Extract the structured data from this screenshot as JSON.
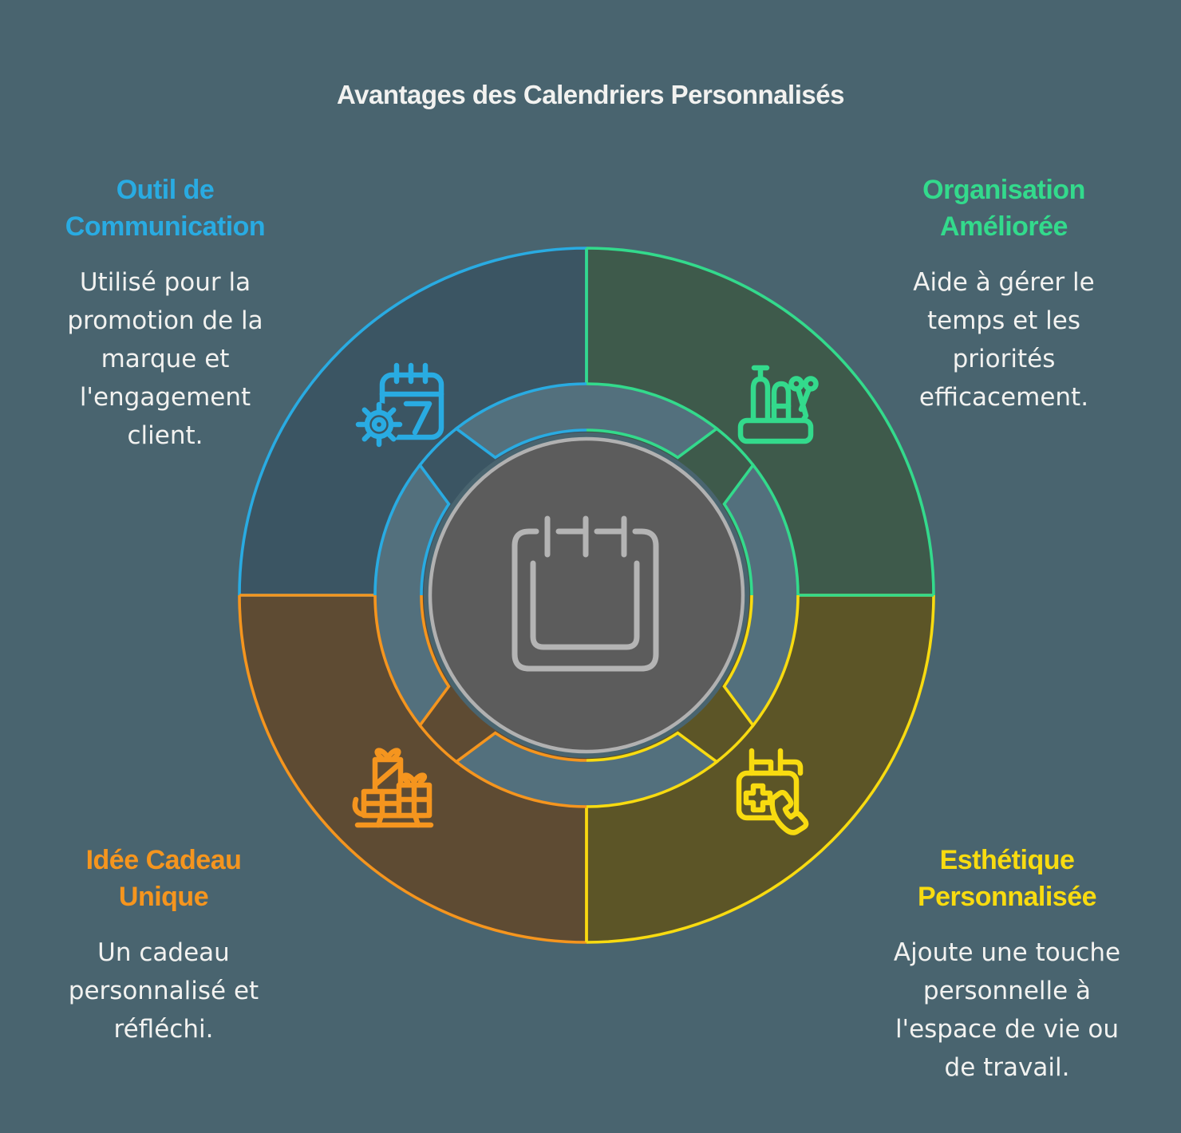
{
  "title": "Avantages des Calendriers Personnalisés",
  "background": "#49646F",
  "band_fill": "#53707D",
  "text_color": "#F2F2F0",
  "center": {
    "icon": "calendar-icon",
    "fill": "#5C5C5C",
    "stroke": "#B1B1B1",
    "icon_stroke": "#B4B4B4"
  },
  "segments": [
    {
      "id": "communication",
      "heading": "Outil de\nCommunication",
      "body": "Utilisé pour la\npromotion de la\nmarque et\nl'engagement\nclient.",
      "accent": "#29ABE2",
      "fill": "#3B5563",
      "icon": "gear-calendar-icon",
      "position": "top-left"
    },
    {
      "id": "organisation",
      "heading": "Organisation\nAméliorée",
      "body": "Aide à gérer le\ntemps et les\npriorités\nefficacement.",
      "accent": "#33DA8C",
      "fill": "#3E5A4B",
      "icon": "desk-organizer-icon",
      "position": "top-right"
    },
    {
      "id": "esthetique",
      "heading": "Esthétique\nPersonnalisée",
      "body": "Ajoute une touche\npersonnelle à\nl'espace de vie ou\nde travail.",
      "accent": "#F8DB10",
      "fill": "#5C5527",
      "icon": "calendar-phone-icon",
      "position": "bottom-right"
    },
    {
      "id": "cadeau",
      "heading": "Idée Cadeau\nUnique",
      "body": "Un cadeau\npersonnalisé et\nréfléchi.",
      "accent": "#F5951E",
      "fill": "#5E4B33",
      "icon": "sled-gifts-icon",
      "position": "bottom-left"
    }
  ]
}
